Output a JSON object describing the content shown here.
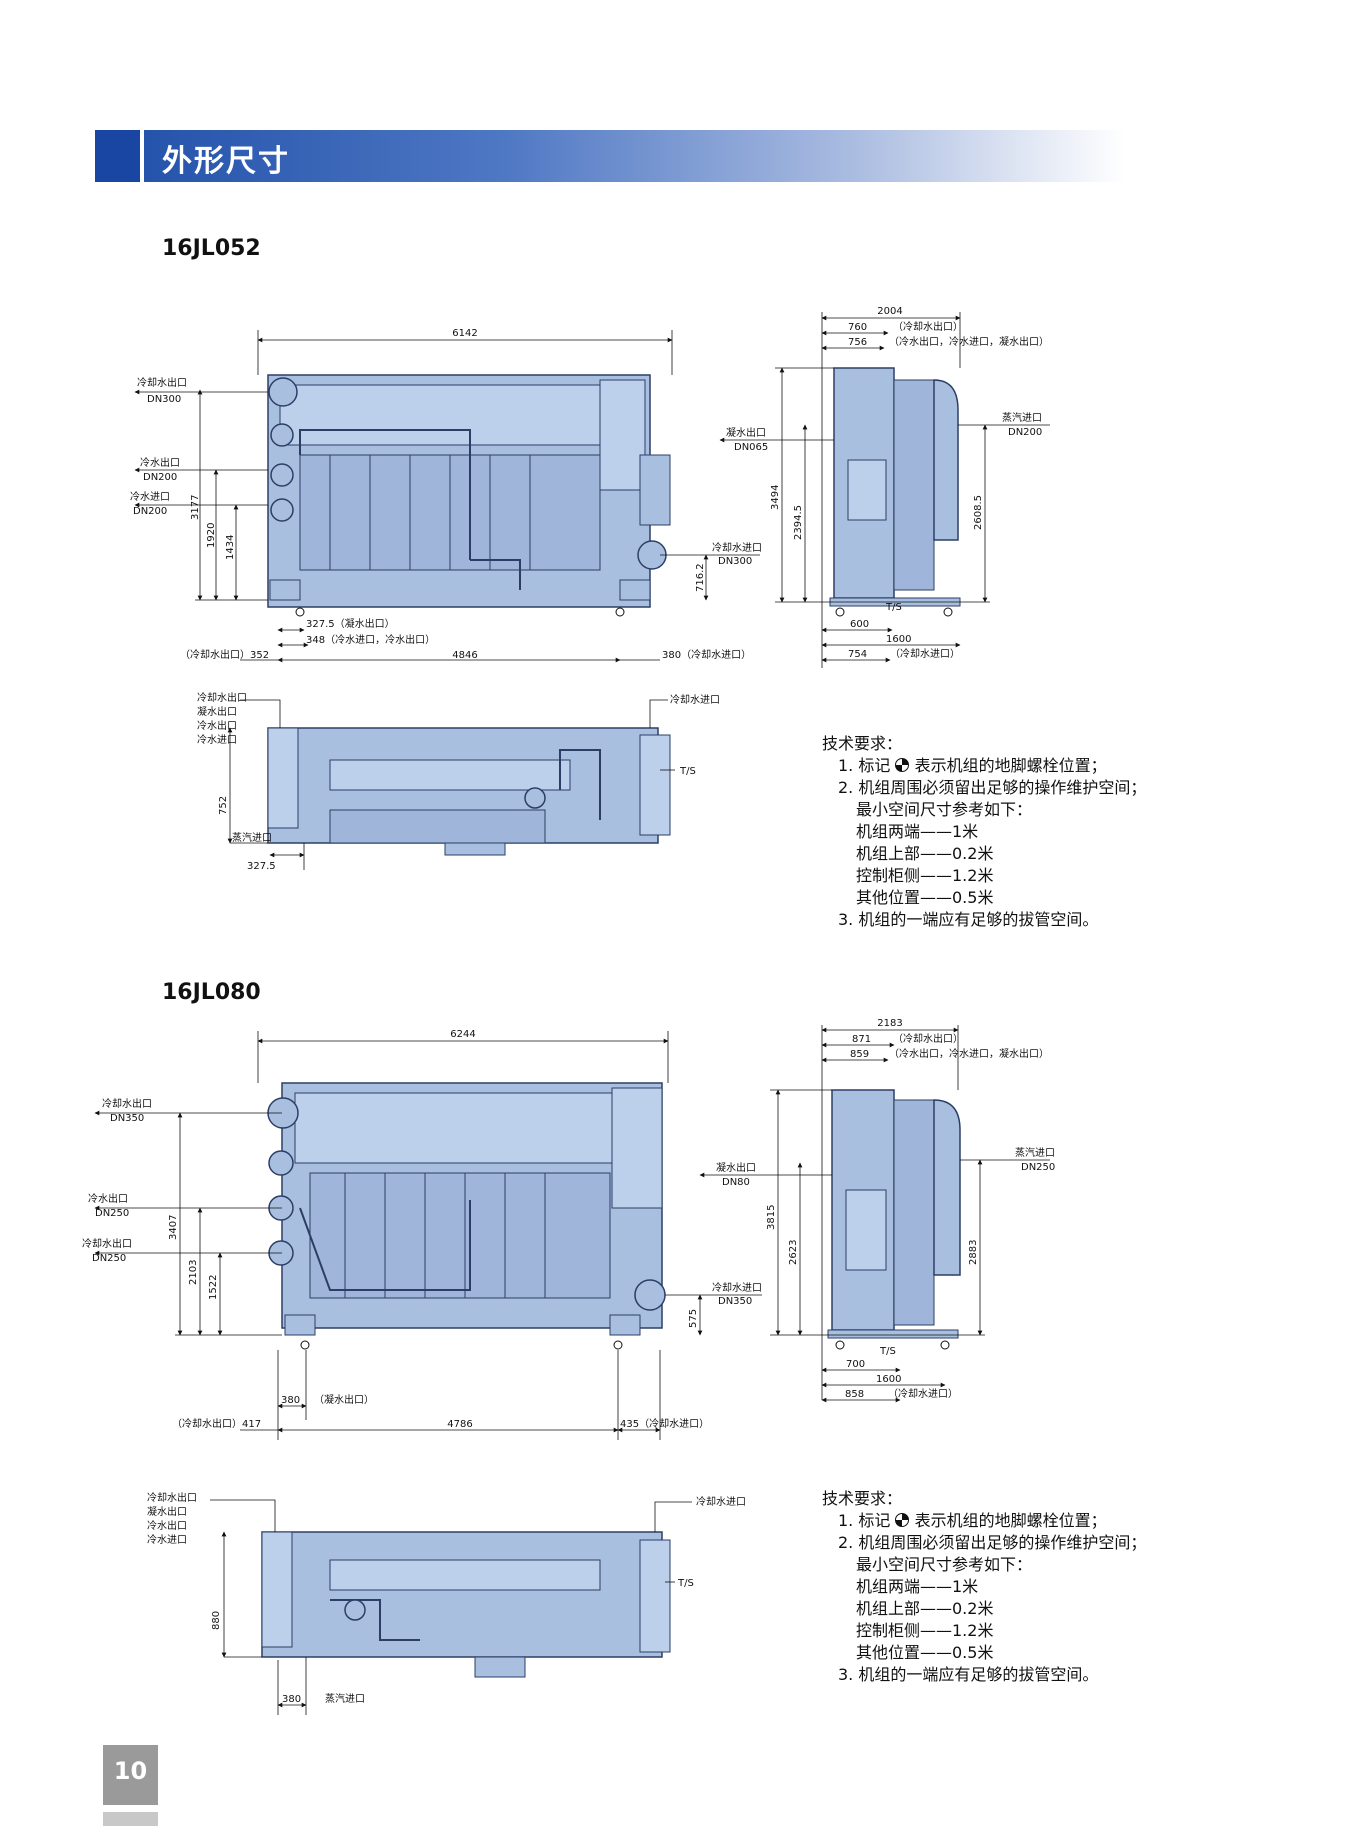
{
  "section_title": "外形尺寸",
  "page_number": "10",
  "unit1": {
    "model": "16JL052",
    "front_view": {
      "overall_length": "6142",
      "height": "3177",
      "dim_1920": "1920",
      "dim_1434": "1434",
      "dim_716": "716.2",
      "left_labels": [
        {
          "name": "冷却水出口",
          "size": "DN300"
        },
        {
          "name": "冷水出口",
          "size": "DN200"
        },
        {
          "name": "冷水进口",
          "size": "DN200"
        }
      ],
      "right_label": {
        "name": "冷却水进口",
        "size": "DN300"
      },
      "dim_3275": "327.5（凝水出口）",
      "dim_348": "348（冷水进口，冷水出口）",
      "bottom_left": "（冷却水出口）352",
      "bottom_mid": "4846",
      "bottom_right": "380（冷却水进口）"
    },
    "side_view": {
      "width": "2004",
      "dim_760": "760",
      "dim_760_note": "（冷却水出口）",
      "dim_756": "756",
      "dim_756_note": "（冷水出口，冷水进口，凝水出口）",
      "height": "3494",
      "dim_2394": "2394.5",
      "dim_2608": "2608.5",
      "left_label": {
        "name": "凝水出口",
        "size": "DN065"
      },
      "right_label": {
        "name": "蒸汽进口",
        "size": "DN200"
      },
      "ts": "T/S",
      "dim_600": "600",
      "dim_1600": "1600",
      "dim_754": "754",
      "dim_754_note": "（冷却水进口）"
    },
    "top_view": {
      "left_labels": [
        "冷却水出口",
        "凝水出口",
        "冷水出口",
        "冷水进口"
      ],
      "right_label": "冷却水进口",
      "ts": "T/S",
      "dim_752": "752",
      "steam": "蒸汽进口",
      "dim_3275": "327.5"
    }
  },
  "unit2": {
    "model": "16JL080",
    "front_view": {
      "overall_length": "6244",
      "height": "3407",
      "dim_2103": "2103",
      "dim_1522": "1522",
      "dim_575": "575",
      "left_labels": [
        {
          "name": "冷却水出口",
          "size": "DN350"
        },
        {
          "name": "冷水出口",
          "size": "DN250"
        },
        {
          "name": "冷却水出口",
          "size": "DN250"
        }
      ],
      "right_label": {
        "name": "冷却水进口",
        "size": "DN350"
      },
      "dim_380": "380",
      "dim_380_note": "（凝水出口）",
      "bottom_left": "（冷却水出口）417",
      "bottom_mid": "4786",
      "bottom_right": "435（冷却水进口）"
    },
    "side_view": {
      "width": "2183",
      "dim_871": "871",
      "dim_871_note": "（冷却水出口）",
      "dim_859": "859",
      "dim_859_note": "（冷水出口，冷水进口，凝水出口）",
      "height": "3815",
      "dim_2623": "2623",
      "dim_2883": "2883",
      "left_label": {
        "name": "凝水出口",
        "size": "DN80"
      },
      "right_label": {
        "name": "蒸汽进口",
        "size": "DN250"
      },
      "ts": "T/S",
      "dim_700": "700",
      "dim_1600": "1600",
      "dim_858": "858",
      "dim_858_note": "（冷却水进口）"
    },
    "top_view": {
      "left_labels": [
        "冷却水出口",
        "凝水出口",
        "冷水出口",
        "冷水进口"
      ],
      "right_label": "冷却水进口",
      "ts": "T/S",
      "dim_880": "880",
      "dim_380": "380",
      "steam": "蒸汽进口"
    }
  },
  "notes": {
    "heading": "技术要求：",
    "item1_num": "1.",
    "item1_pre": "标记",
    "item1_post": "表示机组的地脚螺栓位置；",
    "item2": "2. 机组周围必须留出足够的操作维护空间；",
    "item2_sub": "最小空间尺寸参考如下：",
    "spaces": [
      "机组两端——1米",
      "机组上部——0.2米",
      "控制柜侧——1.2米",
      "其他位置——0.5米"
    ],
    "item3": "3. 机组的一端应有足够的拔管空间。"
  },
  "colors": {
    "machine_fill": "#a9bfe0",
    "machine_stroke": "#2d3e66",
    "header": "#1a46a3"
  }
}
